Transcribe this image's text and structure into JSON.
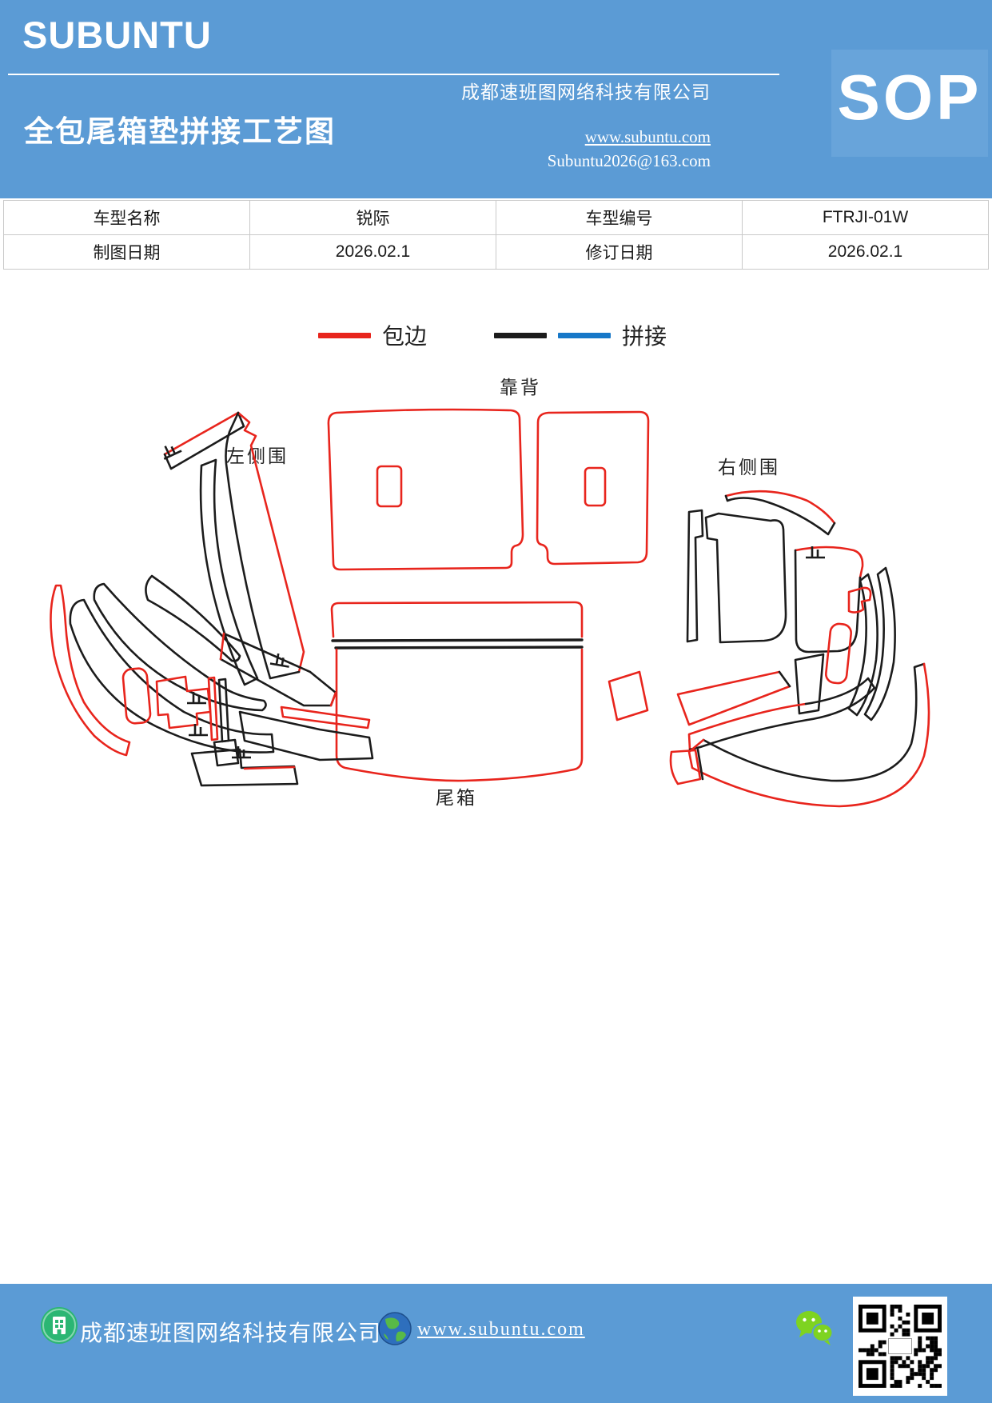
{
  "header": {
    "brand": "SUBUNTU",
    "title": "全包尾箱垫拼接工艺图",
    "company": "成都速班图网络科技有限公司",
    "website": "www.subuntu.com",
    "email": "Subuntu2026@163.com",
    "badge": "SOP"
  },
  "info_table": {
    "rows": [
      [
        "车型名称",
        "锐际",
        "车型编号",
        "FTRJI-01W"
      ],
      [
        "制图日期",
        "2026.02.1",
        "修订日期",
        "2026.02.1"
      ]
    ]
  },
  "legend": {
    "items": [
      {
        "label": "包边",
        "swatches": [
          "#e8251d"
        ]
      },
      {
        "label": "拼接",
        "swatches": [
          "#1c1c1c",
          "#1778c8"
        ]
      }
    ]
  },
  "diagram": {
    "labels": {
      "backrest": "靠背",
      "left_side": "左侧围",
      "right_side": "右侧围",
      "trunk": "尾箱"
    }
  },
  "footer": {
    "company": "成都速班图网络科技有限公司",
    "website": "www.subuntu.com"
  },
  "colors": {
    "header_blue": "#5b9bd5",
    "badge_blue": "#68a4da",
    "edge_red": "#e8251d",
    "edge_black": "#1c1c1c",
    "splice_blue": "#1778c8",
    "table_border": "#c9c9c9",
    "footer_blue": "#5b9bd5",
    "wechat_green": "#7ed321",
    "company_icon_green": "#2bb673"
  }
}
